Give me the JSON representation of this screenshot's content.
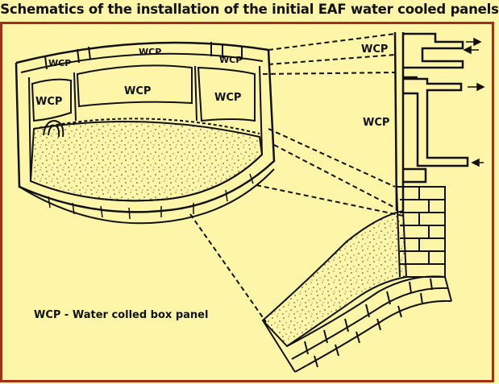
{
  "title": "Schematics of the installation of the initial EAF water cooled panels",
  "labels": {
    "wcp_top_left": "WCP",
    "wcp_top_center": "WCP",
    "wcp_top_right": "WCP",
    "wcp_left": "WCP",
    "wcp_center": "WCP",
    "wcp_right": "WCP",
    "wcp_detail_upper": "WCP",
    "wcp_detail_lower": "WCP"
  },
  "legend": "WCP - Water colled box panel",
  "colors": {
    "background": "#fdf6a8",
    "border": "#a03018",
    "ink": "#111111"
  }
}
